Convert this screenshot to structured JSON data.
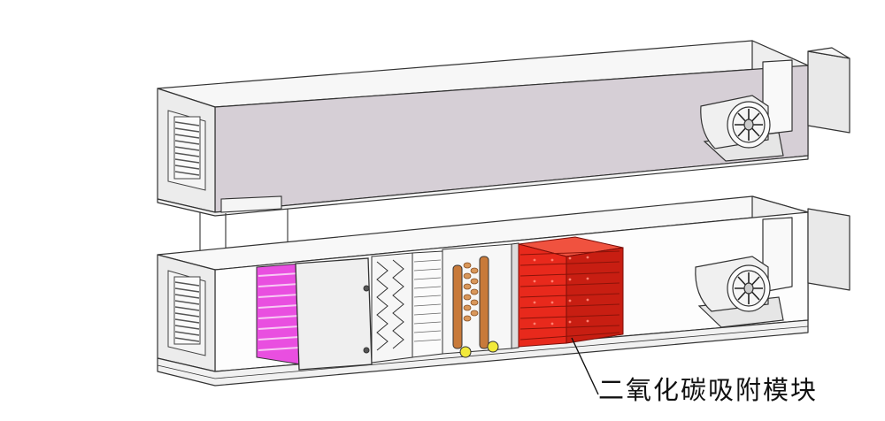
{
  "annotation": {
    "label": "二氧化碳吸附模块"
  },
  "colors": {
    "adsorption_module": "#e8291c",
    "uv_panel": "#e94fe0",
    "duct_interior": "#d8d0d8",
    "copper_coil": "#c87a3a",
    "frame": "#f2f2f2",
    "outline": "#333333"
  },
  "icons": [
    "louver-grille",
    "centrifugal-fan",
    "filter-pleats",
    "coil-heat-exchanger"
  ]
}
